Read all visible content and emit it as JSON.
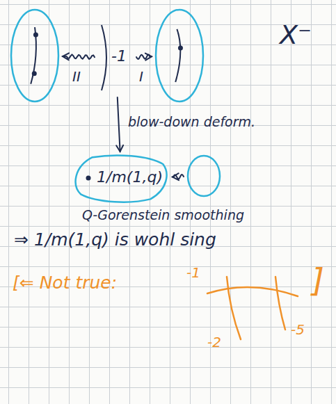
{
  "diagram": {
    "nodes": [
      {
        "text": []
      },
      {
        "text": [
          "-1"
        ]
      },
      {
        "text": []
      },
      {
        "text": [
          "1/m(1,q)"
        ]
      },
      {
        "text": []
      }
    ],
    "edges": [
      {
        "from": 1,
        "to": 0,
        "arrow": "to",
        "label": "II"
      },
      {
        "from": 1,
        "to": 2,
        "arrow": "to",
        "label": "I"
      },
      {
        "from": 1,
        "to": 3,
        "arrow": "to",
        "label": "blow-down deform."
      },
      {
        "from": 4,
        "to": 3,
        "arrow": "to",
        "label": "Q-Gorenstein smoothing"
      }
    ],
    "labels": [
      "X⁻",
      "⇒ 1/m(1,q) is wohl sing",
      "[⇐ Not true:",
      "-1",
      "-2",
      "-5",
      "]"
    ]
  }
}
